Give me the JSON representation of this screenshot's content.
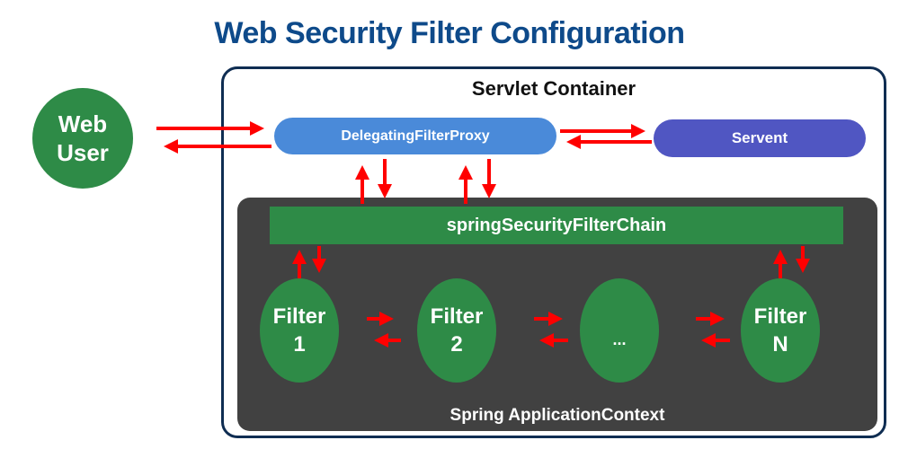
{
  "title": "Web Security Filter Configuration",
  "web_user": "Web\nUser",
  "servlet_container": {
    "label": "Servlet Container",
    "proxy": "DelegatingFilterProxy",
    "servent": "Servent"
  },
  "application_context": {
    "label": "Spring ApplicationContext",
    "chain": "springSecurityFilterChain",
    "filters": [
      "Filter\n1",
      "Filter\n2",
      "...",
      "Filter\nN"
    ]
  },
  "colors": {
    "title": "#0e4a8a",
    "node_green": "#2e8b47",
    "proxy_blue": "#4a8ad9",
    "servent_purple": "#5056c2",
    "context_gray": "#414141",
    "arrow_red": "#ff0000",
    "container_border": "#0f2d52"
  }
}
